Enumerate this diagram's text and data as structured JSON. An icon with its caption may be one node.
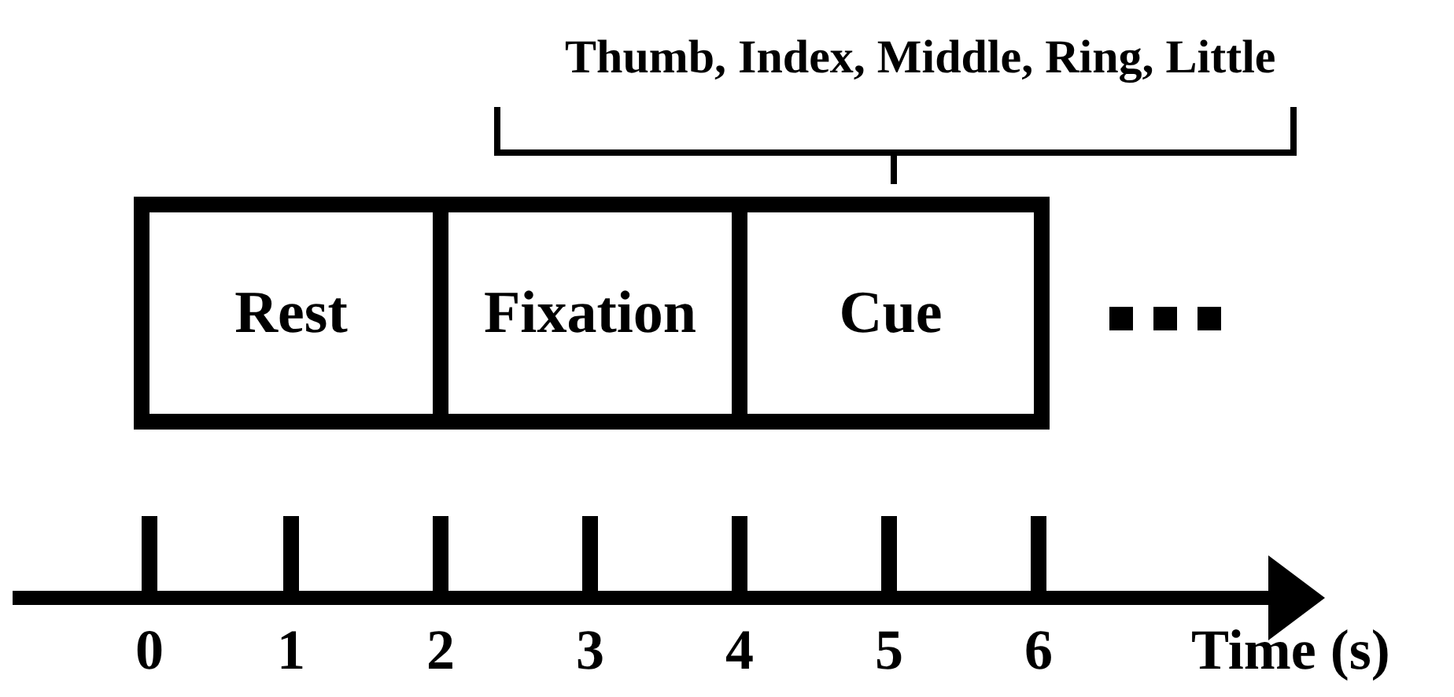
{
  "diagram": {
    "nodes": [
      {
        "text": [
          "Rest"
        ]
      },
      {
        "text": [
          "Fixation"
        ]
      },
      {
        "text": [
          "Cue"
        ]
      }
    ],
    "labels": [
      "Thumb, Index, Middle, Ring, Little",
      "0",
      "1",
      "2",
      "3",
      "4",
      "5",
      "6",
      "Time (s)"
    ]
  }
}
